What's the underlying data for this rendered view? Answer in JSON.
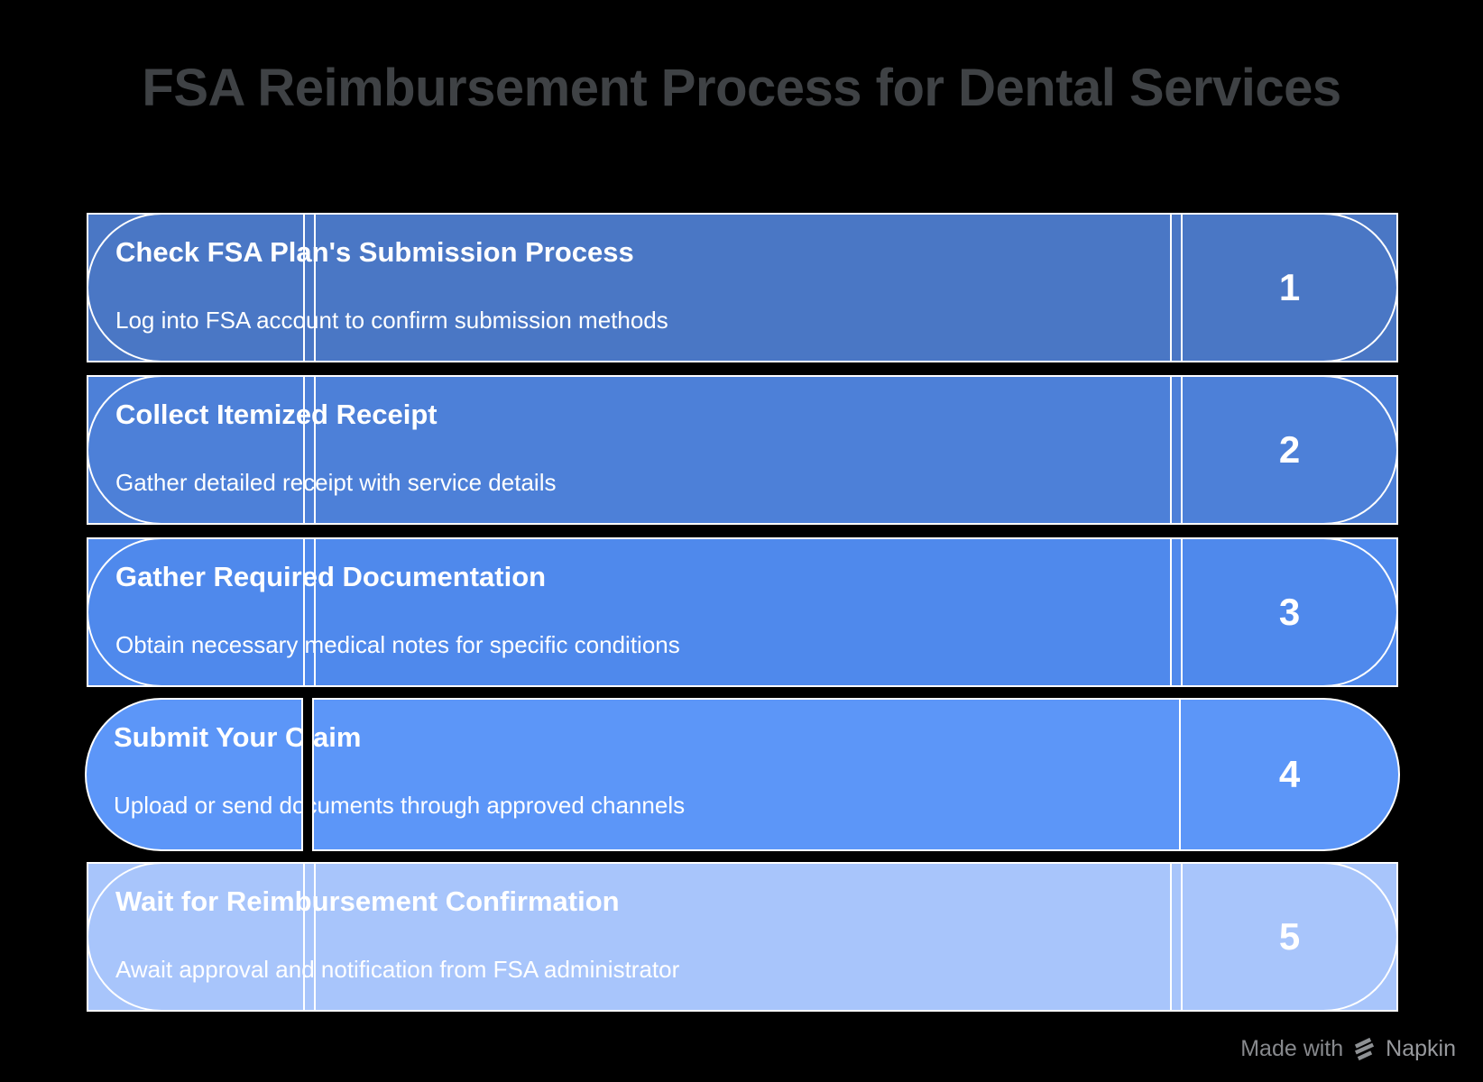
{
  "page": {
    "background_color": "#000000",
    "accent_stroke_color": "#FFFFFF",
    "text_color_on_bars": "#FFFFFF"
  },
  "title": {
    "text": "FSA Reimbursement Process for Dental Services",
    "color": "#3F4245"
  },
  "steps": [
    {
      "number": "1",
      "title": "Check FSA Plan's Submission Process",
      "description": "Log into FSA account to confirm submission methods",
      "color": "#4A77C5",
      "has_outer_border": true
    },
    {
      "number": "2",
      "title": "Collect Itemized Receipt",
      "description": "Gather detailed receipt with service details",
      "color": "#4D80D8",
      "has_outer_border": true
    },
    {
      "number": "3",
      "title": "Gather Required Documentation",
      "description": "Obtain necessary medical notes for specific conditions",
      "color": "#4F89EC",
      "has_outer_border": true
    },
    {
      "number": "4",
      "title": "Submit Your Claim",
      "description": "Upload or send documents through approved channels",
      "color": "#5C96F8",
      "has_outer_border": false
    },
    {
      "number": "5",
      "title": "Wait for Reimbursement Confirmation",
      "description": "Await approval and notification from FSA administrator",
      "color": "#A8C5FB",
      "has_outer_border": true
    }
  ],
  "footer": {
    "made_with": "Made with",
    "brand": "Napkin",
    "made_with_color": "#87898D",
    "brand_color": "#97999D",
    "logo_color": "#8E9194"
  }
}
